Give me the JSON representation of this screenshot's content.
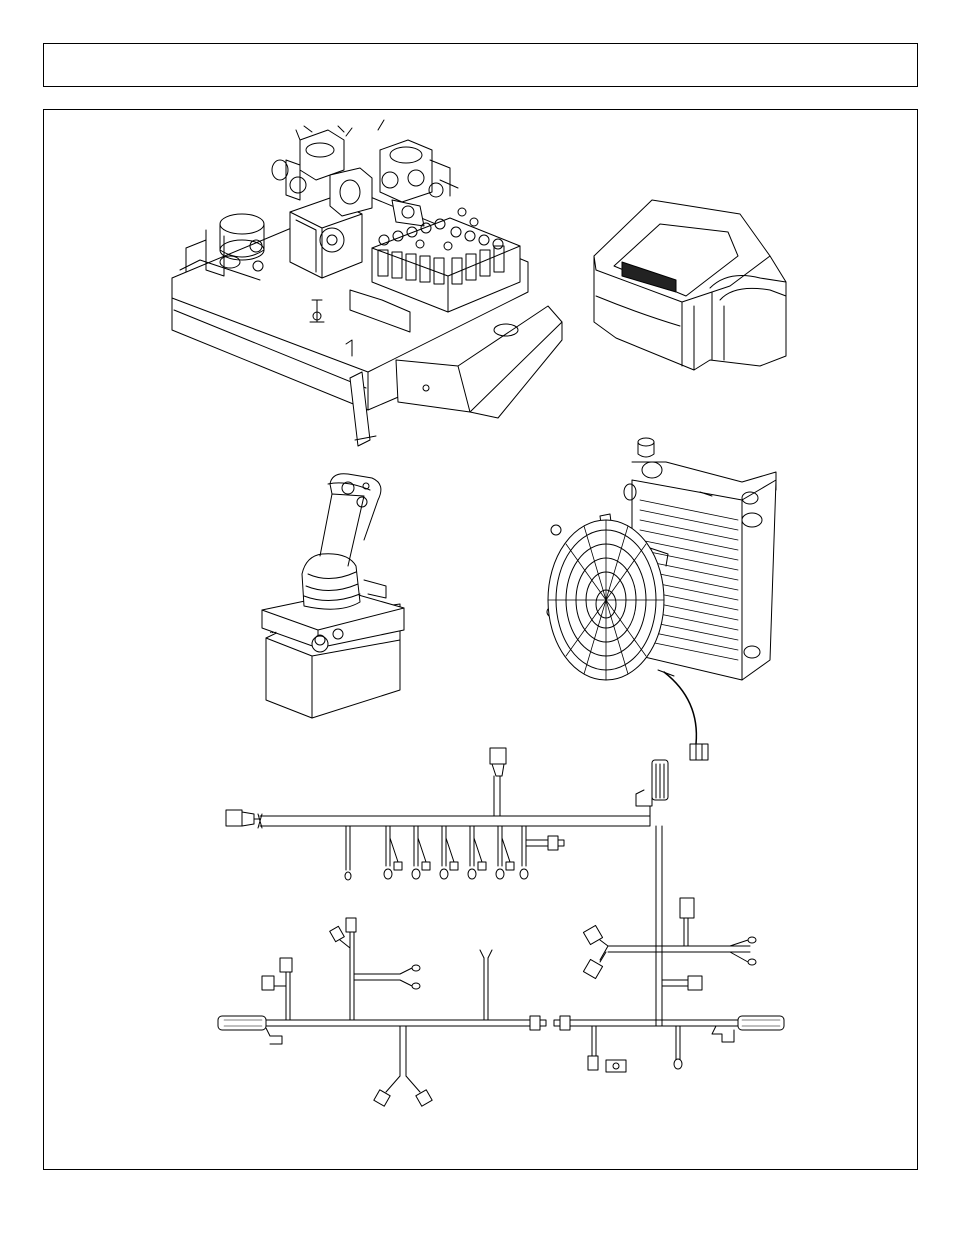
{
  "header": {
    "title": ""
  },
  "figure": {
    "parts": [
      {
        "id": "valve-assembly",
        "icon": "valve-block-drawing"
      },
      {
        "id": "valve-cover",
        "icon": "cover-drawing"
      },
      {
        "id": "joystick",
        "icon": "joystick-drawing"
      },
      {
        "id": "oil-cooler-fan",
        "icon": "cooler-fan-drawing"
      },
      {
        "id": "wiring-harness-upper",
        "icon": "harness-drawing"
      },
      {
        "id": "wiring-harness-lower",
        "icon": "harness-drawing"
      }
    ]
  }
}
